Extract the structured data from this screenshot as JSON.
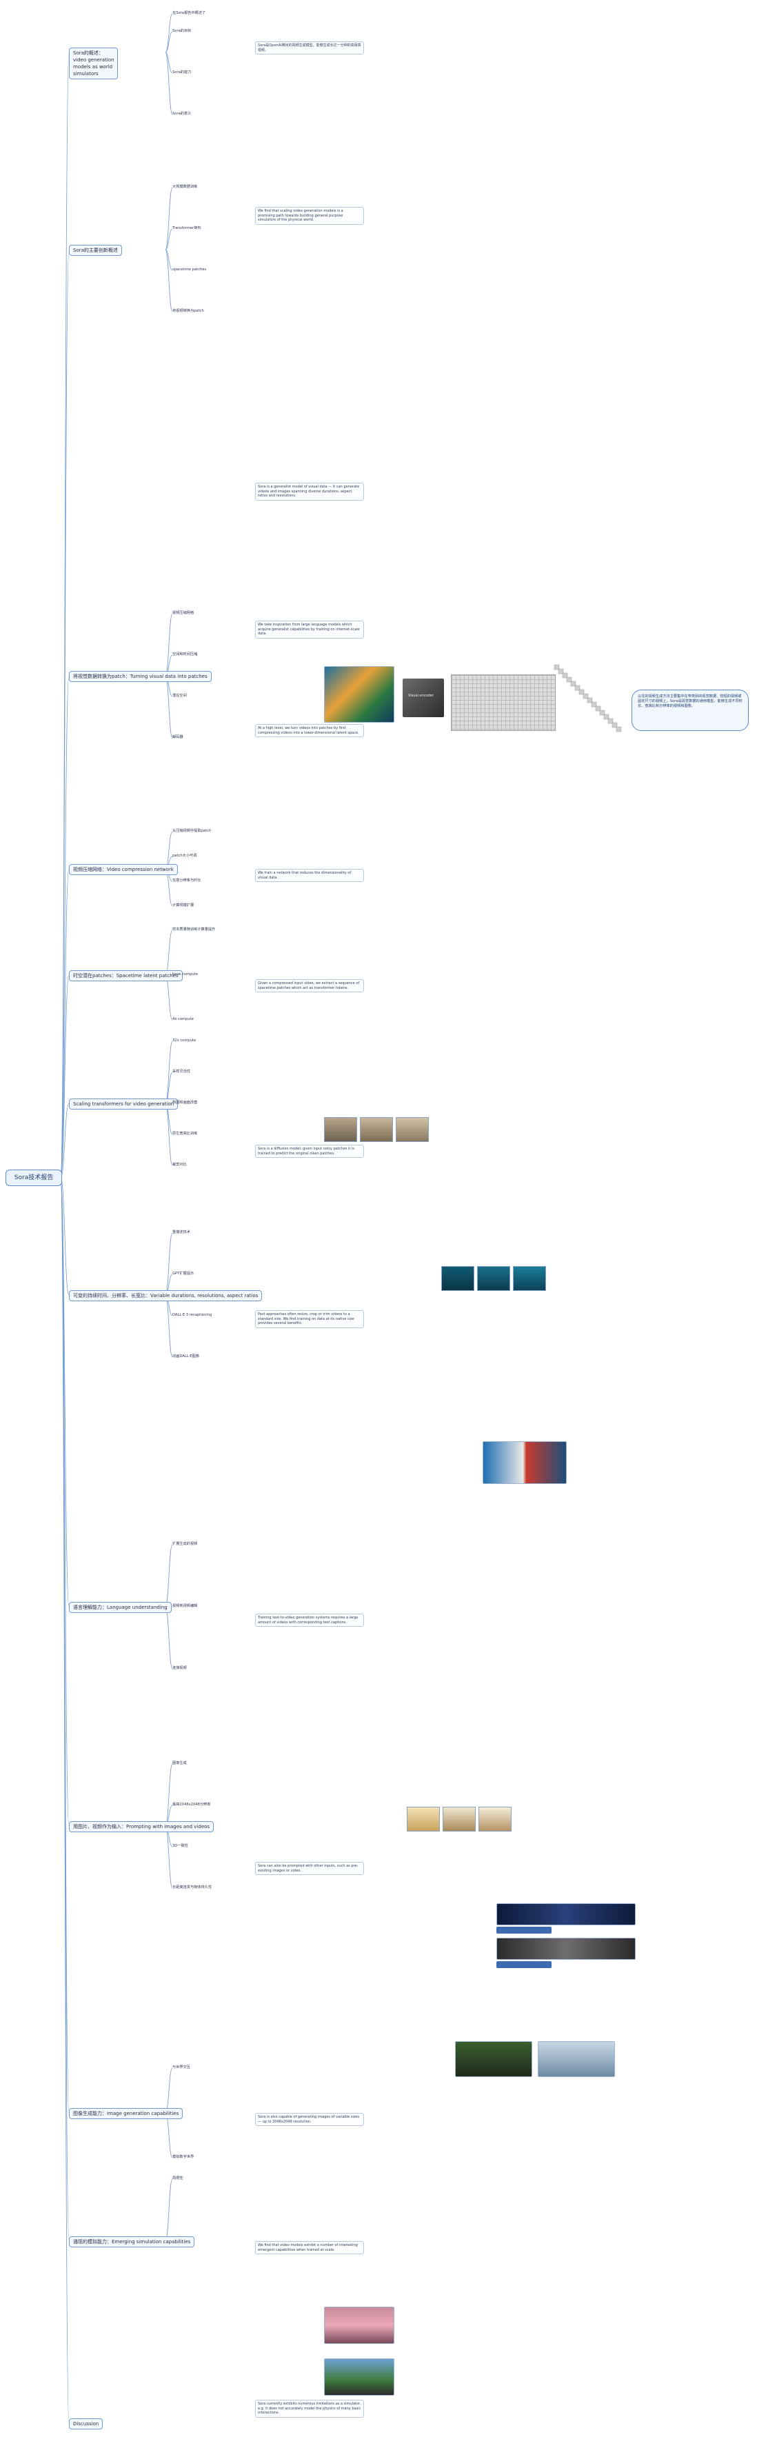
{
  "root": "Sora技术报告",
  "sections": [
    {
      "id": "s1",
      "label": "Sora的概述：\nvideo generation\nmodels as world\nsimulators"
    },
    {
      "id": "s2",
      "label": "Sora的主要创新概述"
    },
    {
      "id": "s3",
      "label": "将视觉数据转换为patch：Turning visual data into patches"
    },
    {
      "id": "s4",
      "label": "视频压缩网络：Video compression network"
    },
    {
      "id": "s5",
      "label": "时空潜在patches：Spacetime latent patches"
    },
    {
      "id": "s6",
      "label": "Scaling transformers for video generation"
    },
    {
      "id": "s7",
      "label": "可变的持续时间、分辨率、长宽比：Variable durations, resolutions, aspect ratios"
    },
    {
      "id": "s8",
      "label": "语言理解能力：Language understanding"
    },
    {
      "id": "s9",
      "label": "用图片、视频作为输入：Prompting with images and videos"
    },
    {
      "id": "s10",
      "label": "图像生成能力：Image generation capabilities"
    },
    {
      "id": "s11",
      "label": "涌现的模拟能力：Emerging simulation capabilities"
    },
    {
      "id": "s12",
      "label": "Discussion"
    }
  ],
  "labels": [
    "在Sora报告中概述了",
    "Sora的目标",
    "Sora的能力",
    "Sora的意义",
    "大规模数据训练",
    "Transformer架构",
    "spacetime patches",
    "将视频转换为patch",
    "视频压缩网络",
    "空间和时间压缩",
    "潜在空间",
    "解码器",
    "从压缩视频中提取patch",
    "patch大小可调",
    "任意分辨率与时长",
    "计算规模扩展",
    "样本质量随训练计算量提升",
    "base compute",
    "4x compute",
    "32x compute",
    "采样灵活性",
    "构图和画面改善",
    "原生宽高比训练",
    "裁剪对比",
    "重描述技术",
    "GPT扩展提示",
    "DALL·E 3 recaptioning",
    "动画DALL·E图像",
    "扩展生成的视频",
    "视频到视频编辑",
    "连接视频",
    "图像生成",
    "最高2048x2048分辨率",
    "3D一致性",
    "长距离连贯与物体持久性",
    "与世界交互",
    "模拟数字世界",
    "局限性"
  ],
  "notes": [
    "Sora是OpenAI推出的视频生成模型，能够生成长达一分钟的高保真视频。",
    "We find that scaling video generation models is a promising path towards building general purpose simulators of the physical world.",
    "Sora is a generalist model of visual data — it can generate videos and images spanning diverse durations, aspect ratios and resolutions.",
    "We take inspiration from large language models which acquire generalist capabilities by training on internet-scale data.",
    "At a high level, we turn videos into patches by first compressing videos into a lower-dimensional latent space.",
    "We train a network that reduces the dimensionality of visual data.",
    "Given a compressed input video, we extract a sequence of spacetime patches which act as transformer tokens.",
    "Sora is a diffusion model; given input noisy patches it is trained to predict the original clean patches.",
    "Past approaches often resize, crop or trim videos to a standard size. We find training on data at its native size provides several benefits.",
    "Training text-to-video generation systems requires a large amount of videos with corresponding text captions.",
    "Sora can also be prompted with other inputs, such as pre-existing images or video.",
    "Sora is also capable of generating images of variable sizes — up to 2048x2048 resolution.",
    "We find that video models exhibit a number of interesting emergent capabilities when trained at scale.",
    "Sora currently exhibits numerous limitations as a simulator, e.g. it does not accurately model the physics of many basic interactions."
  ],
  "callout": "以往的视频生成方法主要集中在窄类别的视觉数据、较短的视频或固定尺寸的视频上。Sora是视觉数据的通用模型，能够生成不同时长、宽高比和分辨率的视频和图像。",
  "figure_caption": "Visual encoder",
  "colors": {
    "accent": "#5b8dc9",
    "line": "#6f9bd1",
    "bg": "#ffffff"
  }
}
